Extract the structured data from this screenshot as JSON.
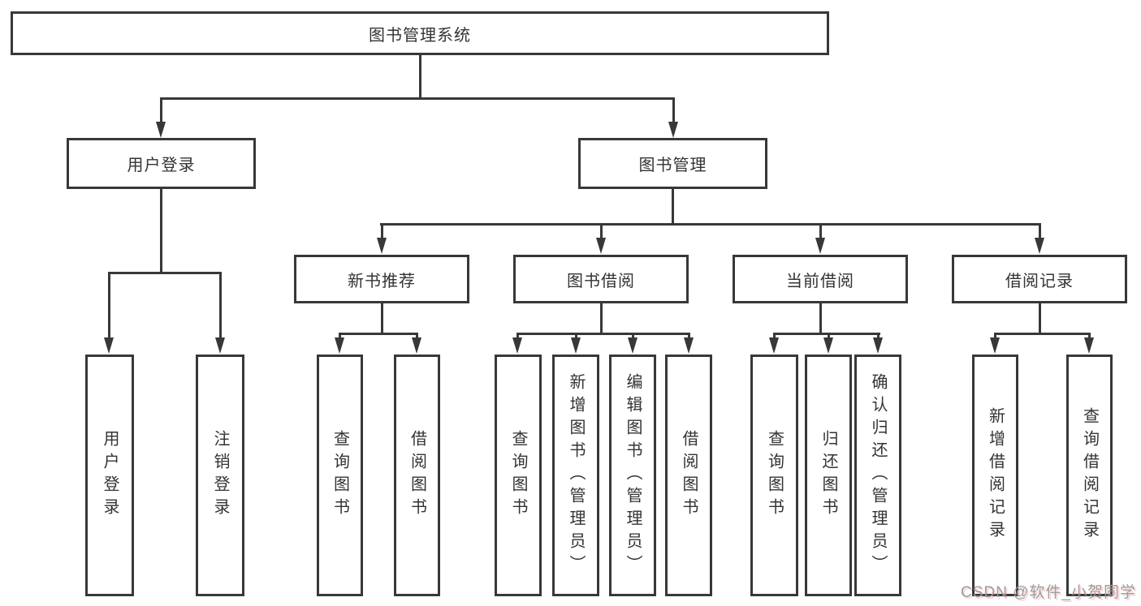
{
  "nodes": {
    "root": "图书管理系统",
    "user_login": "用户登录",
    "book_mgmt": "图书管理",
    "new_book_rec": "新书推荐",
    "book_borrow": "图书借阅",
    "current_borrow": "当前借阅",
    "borrow_records": "借阅记录",
    "login_children": [
      "用户登录",
      "注销登录"
    ],
    "rec_children": [
      "查询图书",
      "借阅图书"
    ],
    "borrow_children": [
      "查询图书",
      "新增图书（管理员）",
      "编辑图书（管理员）",
      "借阅图书"
    ],
    "current_children": [
      "查询图书",
      "归还图书",
      "确认归还（管理员）"
    ],
    "records_children": [
      "新增借阅记录",
      "查询借阅记录"
    ]
  },
  "watermark": "CSDN @软件_小贺同学",
  "colors": {
    "line": "#383838",
    "text": "#333333",
    "background": "#ffffff",
    "watermark_gray": "#9c9c9c",
    "watermark_shadow": "#e76d6d"
  }
}
